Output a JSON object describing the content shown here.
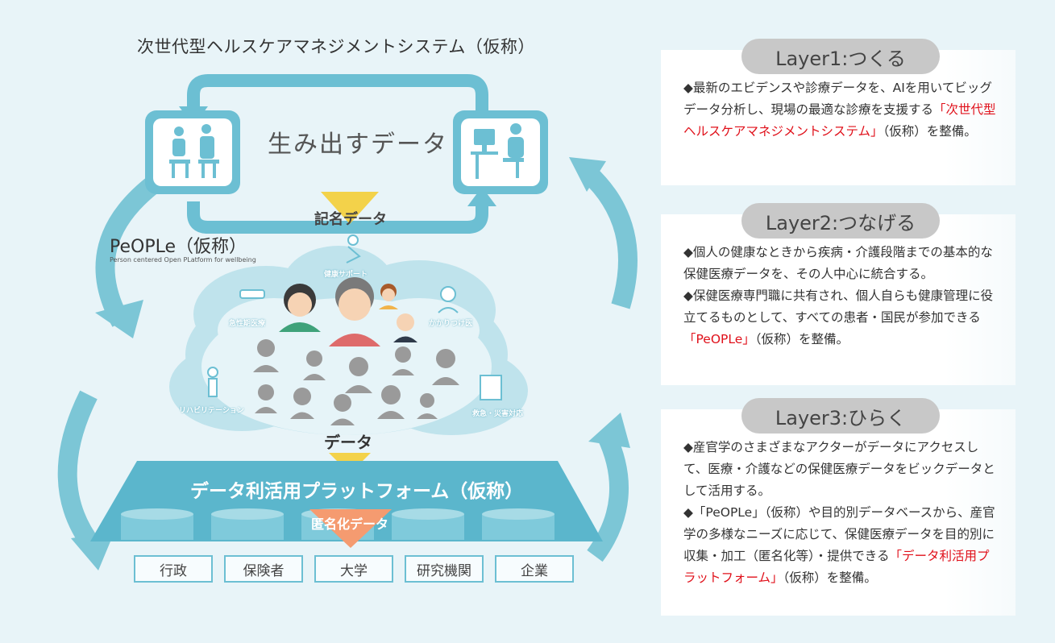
{
  "main_title": "次世代型ヘルスケアマネジメントシステム（仮称）",
  "generate_label": "生み出すデータ",
  "named_label": "記名データ",
  "people": {
    "title": "PeOPLe（仮称）",
    "subtitle": "Person centered Open PLatform for wellbeing"
  },
  "roles": {
    "health_support": "健康サポート",
    "acute_care": "急性期医療",
    "family_doctor": "かかりつけ医",
    "rehabilitation": "リハビリテーション",
    "emergency": "救急・災害対応"
  },
  "data_label": "データ",
  "platform_title": "データ利活用プラットフォーム（仮称）",
  "anon_label": "匿名化データ",
  "orgs": [
    "行政",
    "保険者",
    "大学",
    "研究機関",
    "企業"
  ],
  "layers": [
    {
      "title": "Layer1:つくる",
      "paragraphs": [
        {
          "pre": "◆最新のエビデンスや診療データを、AIを用いてビッグデータ分析し、現場の最適な診療を支援する",
          "red": "「次世代型ヘルスケアマネジメントシステム」",
          "post": "（仮称）を整備。"
        }
      ]
    },
    {
      "title": "Layer2:つなげる",
      "paragraphs": [
        {
          "pre": "◆個人の健康なときから疾病・介護段階までの基本的な保健医療データを、その人中心に統合する。",
          "red": "",
          "post": ""
        },
        {
          "pre": "◆保健医療専門職に共有され、個人自らも健康管理に役立てるものとして、すべての患者・国民が参加できる",
          "red": "「PeOPLe」",
          "post": "（仮称）を整備。"
        }
      ]
    },
    {
      "title": "Layer3:ひらく",
      "paragraphs": [
        {
          "pre": "◆産官学のさまざまなアクターがデータにアクセスして、医療・介護などの保健医療データをビックデータとして活用する。",
          "red": "",
          "post": ""
        },
        {
          "pre": "◆「PeOPLe」（仮称）や目的別データベースから、産官学の多様なニーズに応じて、保健医療データを目的別に収集・加工（匿名化等）・提供できる",
          "red": "「データ利活用プラットフォーム」",
          "post": "（仮称）を整備。"
        }
      ]
    }
  ],
  "colors": {
    "accent": "#6cbfd3",
    "arrow": "#7cc6d6",
    "funnel": "#f3d24a",
    "anon": "#f59b70",
    "highlight": "#e0101a",
    "pill": "#c8c8c8"
  }
}
